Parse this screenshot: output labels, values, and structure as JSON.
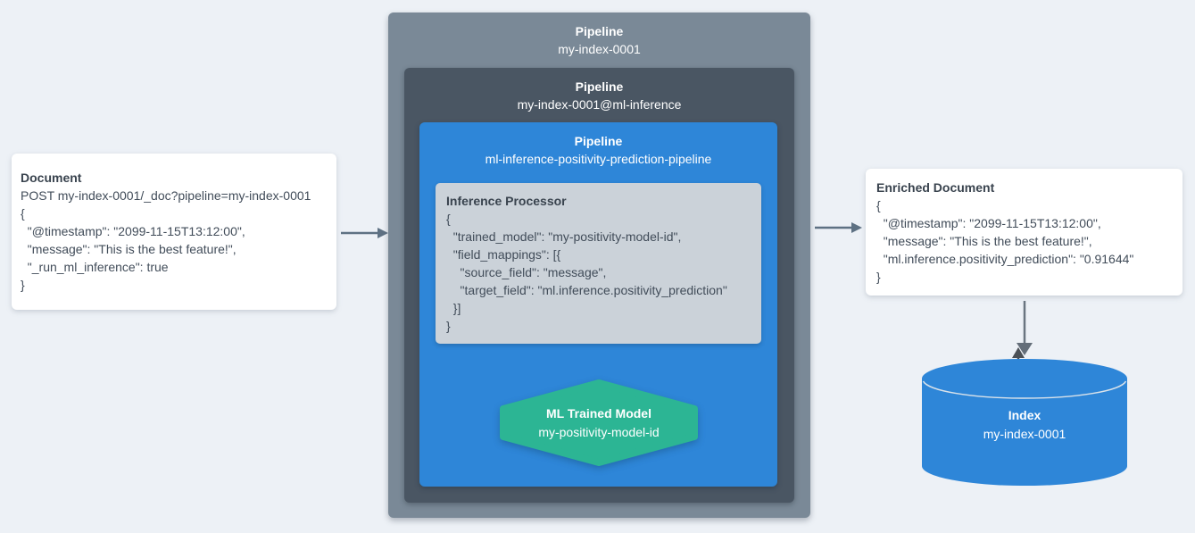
{
  "palette": {
    "background": "#edf1f6",
    "outer_pipeline_box": "#7a8997",
    "ml_inference_pipeline_box": "#4a5663",
    "positivity_pipeline_box": "#2e86d8",
    "processor_box": "#cbd2d9",
    "trained_model_hexagon": "#2cb594",
    "index_cylinder": "#2e86d8",
    "arrow": "#5e7183",
    "card_text": "#414c59"
  },
  "document_card": {
    "title": "Document",
    "lines": [
      "POST my-index-0001/_doc?pipeline=my-index-0001",
      "{",
      "  \"@timestamp\": \"2099-11-15T13:12:00\",",
      "  \"message\": \"This is the best feature!\",",
      "  \"_run_ml_inference\": true",
      "}"
    ]
  },
  "outer_pipeline": {
    "label": "Pipeline",
    "name": "my-index-0001"
  },
  "ml_inference_pipeline": {
    "label": "Pipeline",
    "name": "my-index-0001@ml-inference"
  },
  "positivity_pipeline": {
    "label": "Pipeline",
    "name": "ml-inference-positivity-prediction-pipeline"
  },
  "inference_processor": {
    "title": "Inference Processor",
    "lines": [
      "{",
      "  \"trained_model\": \"my-positivity-model-id\",",
      "  \"field_mappings\": [{",
      "    \"source_field\": \"message\",",
      "    \"target_field\": \"ml.inference.positivity_prediction\"",
      "  }]",
      "}"
    ]
  },
  "trained_model": {
    "title": "ML Trained Model",
    "name": "my-positivity-model-id"
  },
  "enriched_card": {
    "title": "Enriched Document",
    "lines": [
      "{",
      "  \"@timestamp\": \"2099-11-15T13:12:00\",",
      "  \"message\": \"This is the best feature!\",",
      "  \"ml.inference.positivity_prediction\": \"0.91644\"",
      "}"
    ]
  },
  "index": {
    "label": "Index",
    "name": "my-index-0001"
  }
}
